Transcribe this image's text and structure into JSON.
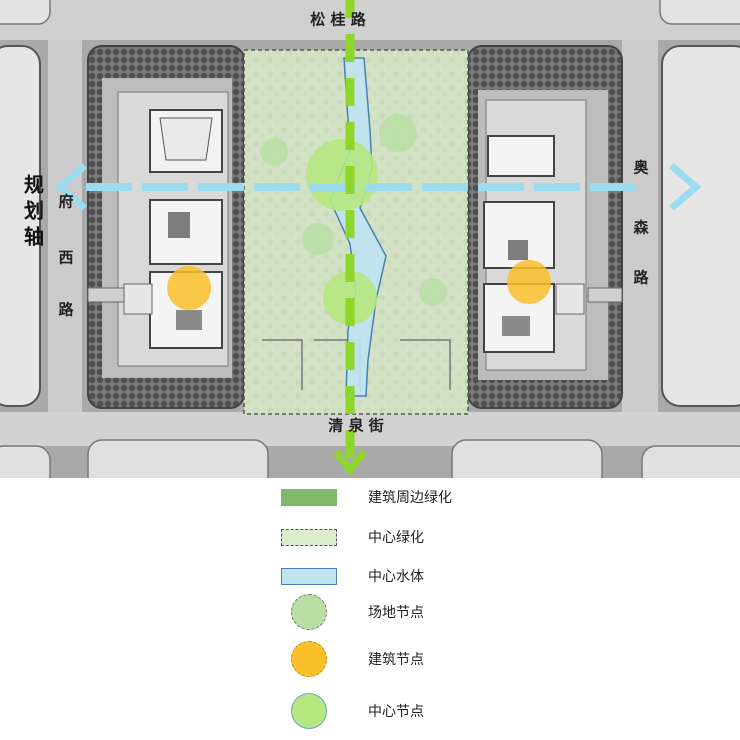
{
  "roads": {
    "north": "松 桂 路",
    "south": "清 泉 街",
    "west": [
      "府",
      "西",
      "路"
    ],
    "east": [
      "奥",
      "森",
      "路"
    ]
  },
  "axis_label": [
    "规",
    "划",
    "轴"
  ],
  "legend": {
    "items": [
      {
        "label": "建筑周边绿化"
      },
      {
        "label": "中心绿化"
      },
      {
        "label": "中心水体"
      },
      {
        "label": "场地节点"
      },
      {
        "label": "建筑节点"
      },
      {
        "label": "中心节点"
      }
    ]
  },
  "colors": {
    "building_greenery": "#7fba6a",
    "central_greenery": "#dbedcc",
    "central_water": "#bfe3f1",
    "site_node": "#b9dfa6",
    "building_node": "#f9c02a",
    "central_node": "#b6e780",
    "axis_arrow": "#9bdcee",
    "green_axis": "#8ed62a"
  }
}
